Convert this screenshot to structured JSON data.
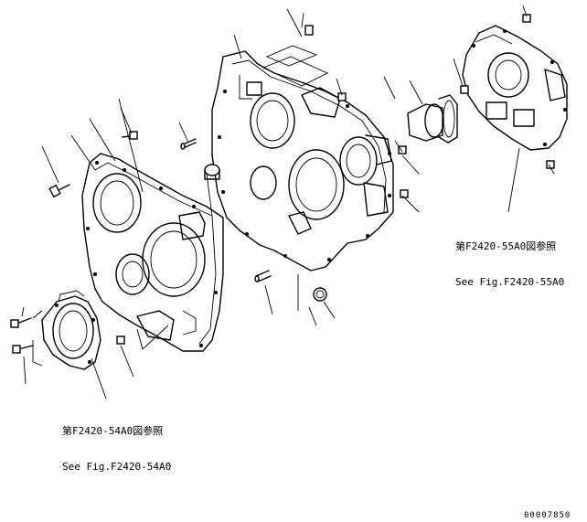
{
  "references": {
    "left": {
      "line1": "第F2420-54A0図参照",
      "line2": "See Fig.F2420-54A0"
    },
    "right": {
      "line1": "第F2420-55A0図参照",
      "line2": "See Fig.F2420-55A0"
    }
  },
  "document_id": "00007850",
  "colors": {
    "line": "#000000",
    "background": "#ffffff"
  }
}
